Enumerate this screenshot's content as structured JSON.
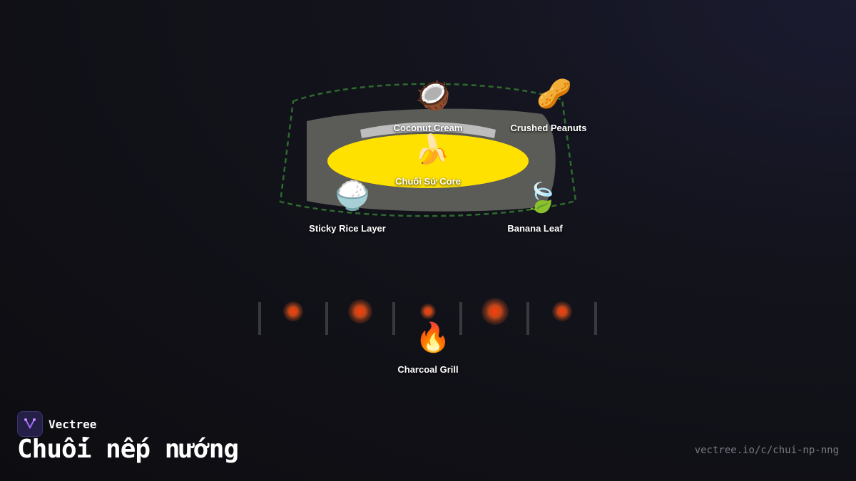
{
  "diagram": {
    "components": {
      "coconut": {
        "label": "Coconut Cream",
        "icon": "coconut-icon",
        "glyph": "🥥"
      },
      "peanuts": {
        "label": "Crushed Peanuts",
        "icon": "peanut-icon",
        "glyph": "🥜"
      },
      "core": {
        "label": "Chuối Sứ Core",
        "icon": "banana-icon",
        "glyph": "🍌"
      },
      "rice": {
        "label": "Sticky Rice Layer",
        "icon": "rice-bowl-icon",
        "glyph": "🍚"
      },
      "leaf": {
        "label": "Banana Leaf",
        "icon": "leaf-icon",
        "glyph": "🍃"
      },
      "grill": {
        "label": "Charcoal Grill",
        "icon": "fire-icon",
        "glyph": "🔥"
      }
    },
    "colors": {
      "banana_core": "#ffe100",
      "rice_layer": "#5b5b57",
      "coconut_band": "#bdbdbd",
      "leaf_outline": "#2e6a2e",
      "ember": "#ff5a1a"
    }
  },
  "branding": {
    "name": "Vectree",
    "title": "Chuối nếp nướng",
    "url": "vectree.io/c/chui-np-nng"
  }
}
